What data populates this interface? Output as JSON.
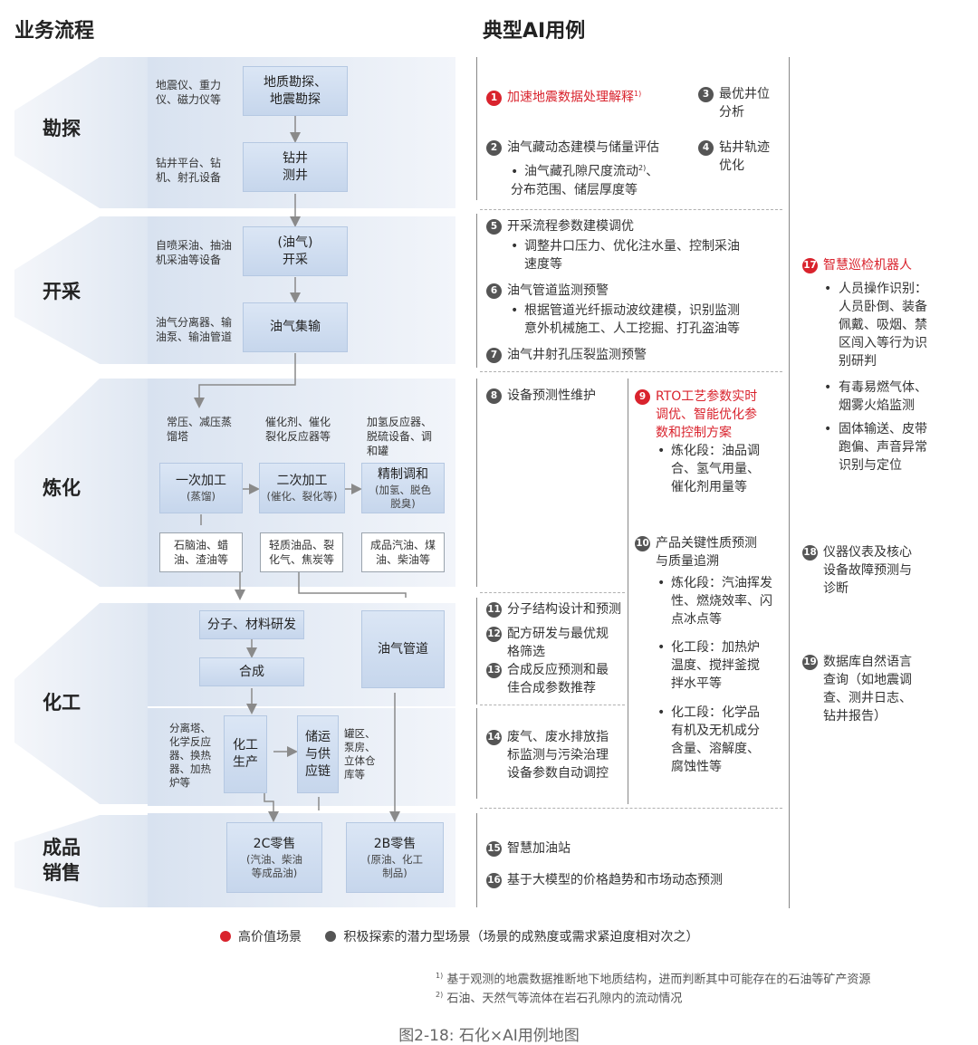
{
  "headers": {
    "left": "业务流程",
    "right": "典型AI用例"
  },
  "stages": [
    "勘探",
    "开采",
    "炼化",
    "化工",
    "成品\n销售"
  ],
  "exploration": {
    "equip1": "地震仪、重力\n仪、磁力仪等",
    "box1": "地质勘探、\n地震勘探",
    "equip2": "钻井平台、钻\n机、射孔设备",
    "box2": "钻井\n测井"
  },
  "production": {
    "equip1": "自喷采油、抽油\n机采油等设备",
    "box1": "(油气)\n开采",
    "equip2": "油气分离器、输\n油泵、输油管道",
    "box2": "油气集输"
  },
  "refining": {
    "equip": [
      "常压、减压蒸\n馏塔",
      "催化剂、催化\n裂化反应器等",
      "加氢反应器、\n脱硫设备、调\n和罐"
    ],
    "boxes": [
      {
        "title": "一次加工",
        "sub": "(蒸馏)"
      },
      {
        "title": "二次加工",
        "sub": "(催化、裂化等)"
      },
      {
        "title": "精制调和",
        "sub": "(加氢、脱色\n脱臭)"
      }
    ],
    "products": [
      "石脑油、蜡\n油、渣油等",
      "轻质油品、裂\n化气、焦炭等",
      "成品汽油、煤\n油、柴油等"
    ]
  },
  "chemical": {
    "box_rd": "分子、材料研发",
    "box_syn": "合成",
    "box_pipe": "油气管道",
    "equip1": "分离塔、\n化学反应\n器、换热\n器、加热\n炉等",
    "box_prod": "化工\n生产",
    "box_sc": "储运\n与供\n应链",
    "equip2": "罐区、\n泵房、\n立体仓\n库等"
  },
  "sales": {
    "box_2c": {
      "title": "2C零售",
      "sub": "(汽油、柴油\n等成品油)"
    },
    "box_2b": {
      "title": "2B零售",
      "sub": "(原油、化工\n制品)"
    }
  },
  "usecases": {
    "u1": {
      "n": "1",
      "text": "加速地震数据处理解释",
      "sup": "1)"
    },
    "u2": {
      "n": "2",
      "text": "油气藏动态建模与储量评估",
      "bullet_a": "油气藏孔隙尺度流动",
      "sup": "2)",
      "bullet_b": "、\n分布范围、储层厚度等"
    },
    "u3": {
      "n": "3",
      "text": "最优井位\n分析"
    },
    "u4": {
      "n": "4",
      "text": "钻井轨迹\n优化"
    },
    "u5": {
      "n": "5",
      "text": "开采流程参数建模调优",
      "bullet": "调整井口压力、优化注水量、控制采油\n速度等"
    },
    "u6": {
      "n": "6",
      "text": "油气管道监测预警",
      "bullet": "根据管道光纤振动波纹建模，识别监测\n意外机械施工、人工挖掘、打孔盗油等"
    },
    "u7": {
      "n": "7",
      "text": "油气井射孔压裂监测预警"
    },
    "u8": {
      "n": "8",
      "text": "设备预测性维护"
    },
    "u9": {
      "n": "9",
      "text": "RTO工艺参数实时\n调优、智能优化参\n数和控制方案",
      "bullet": "炼化段：油品调\n合、氢气用量、\n催化剂用量等"
    },
    "u10": {
      "n": "10",
      "text": "产品关键性质预测\n与质量追溯",
      "bullets": [
        "炼化段：汽油挥发\n性、燃烧效率、闪\n点冰点等",
        "化工段：加热炉\n温度、搅拌釜搅\n拌水平等",
        "化工段：化学品\n有机及无机成分\n含量、溶解度、\n腐蚀性等"
      ]
    },
    "u11": {
      "n": "11",
      "text": "分子结构设计和预测"
    },
    "u12": {
      "n": "12",
      "text": "配方研发与最优规\n格筛选"
    },
    "u13": {
      "n": "13",
      "text": "合成反应预测和最\n佳合成参数推荐"
    },
    "u14": {
      "n": "14",
      "text": "废气、废水排放指\n标监测与污染治理\n设备参数自动调控"
    },
    "u15": {
      "n": "15",
      "text": "智慧加油站"
    },
    "u16": {
      "n": "16",
      "text": "基于大模型的价格趋势和市场动态预测"
    },
    "u17": {
      "n": "17",
      "text": "智慧巡检机器人",
      "bullets": [
        "人员操作识别：\n人员卧倒、装备\n佩戴、吸烟、禁\n区闯入等行为识\n别研判",
        "有毒易燃气体、\n烟雾火焰监测",
        "固体输送、皮带\n跑偏、声音异常\n识别与定位"
      ]
    },
    "u18": {
      "n": "18",
      "text": "仪器仪表及核心\n设备故障预测与\n诊断"
    },
    "u19": {
      "n": "19",
      "text": "数据库自然语言\n查询（如地震调\n查、测井日志、\n钻井报告）"
    }
  },
  "legend": {
    "high": "高价值场景",
    "potential": "积极探索的潜力型场景（场景的成熟度或需求紧迫度相对次之）"
  },
  "footnotes": [
    {
      "mark": "1)",
      "text": "基于观测的地震数据推断地下地质结构，进而判断其中可能存在的石油等矿产资源"
    },
    {
      "mark": "2)",
      "text": "石油、天然气等流体在岩石孔隙内的流动情况"
    }
  ],
  "caption": "图2-18: 石化×AI用例地图",
  "colors": {
    "red": "#d9232d",
    "gray": "#555555",
    "box": "#c9d9ee"
  }
}
